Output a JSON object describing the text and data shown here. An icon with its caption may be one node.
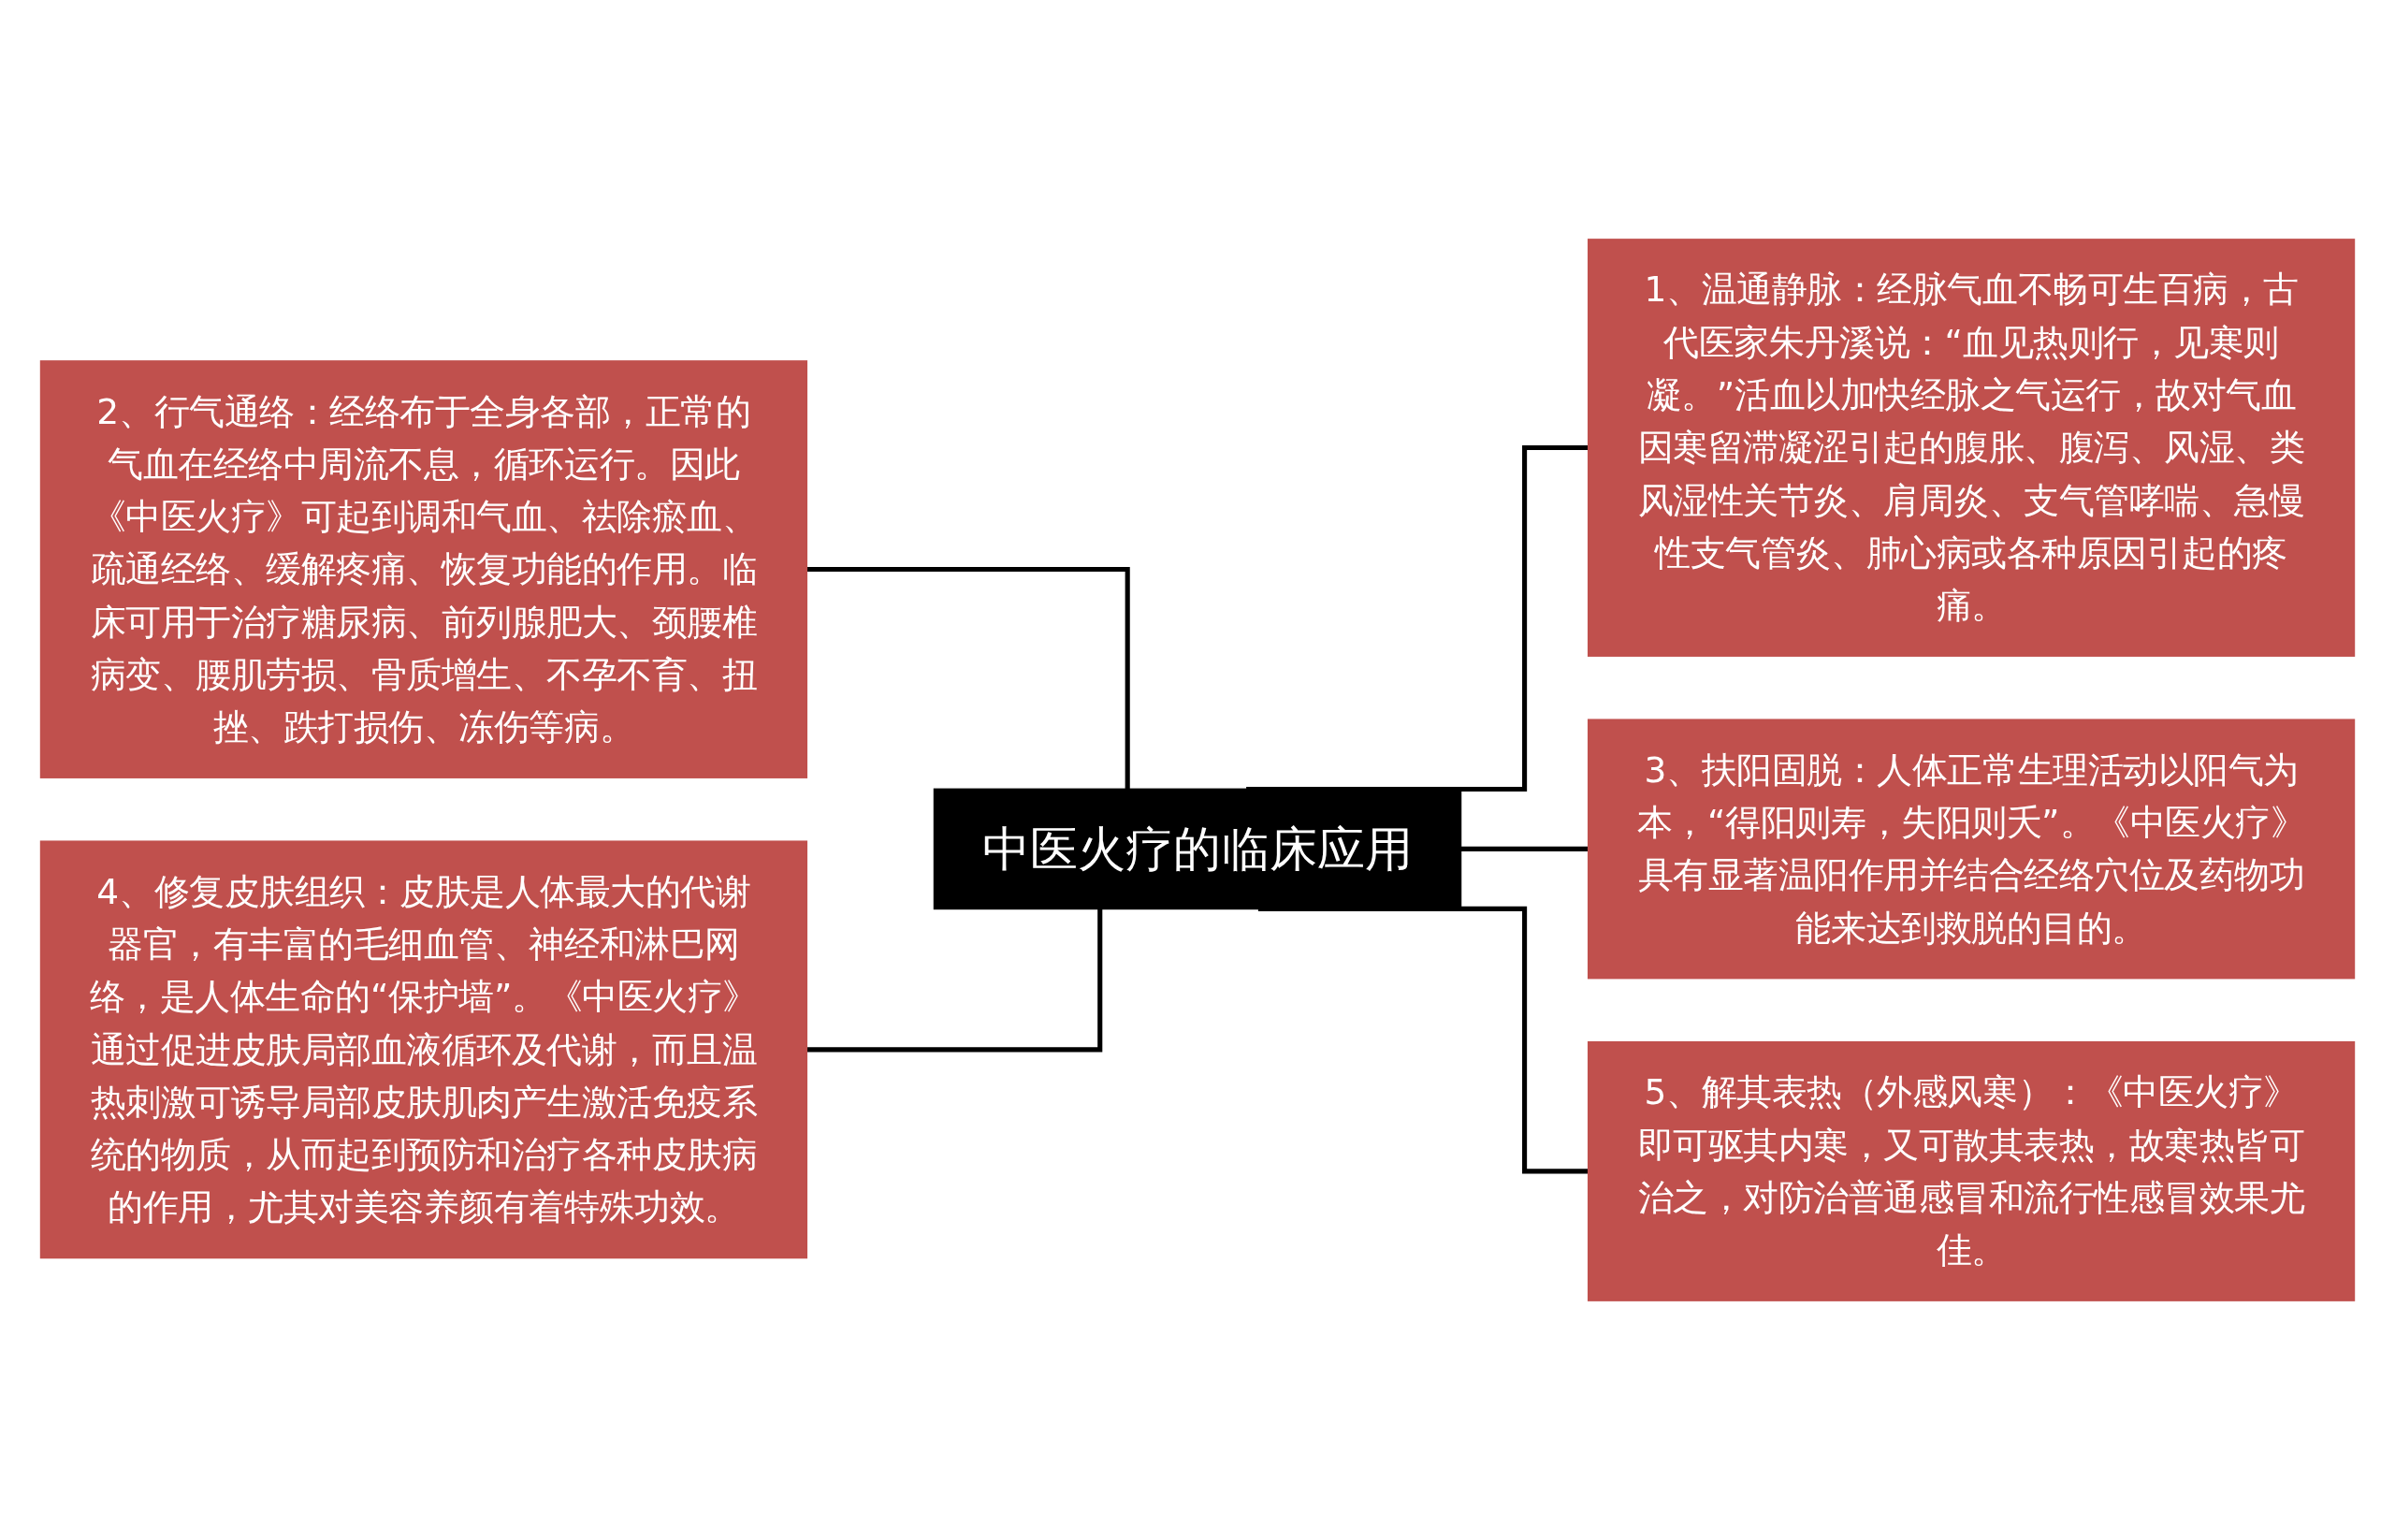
{
  "diagram": {
    "nodes": [
      {
        "text": [
          "中医火疗的临床应用"
        ]
      },
      {
        "text": [
          "1、温通静脉：经脉气血不畅可生百病，古代医家朱丹溪说：“血见热则行，见寒则凝。”活血以加快经脉之气运行，故对气血因寒留滞凝涩引起的腹胀、腹泻、风湿、类风湿性关节炎、肩周炎、支气管哮喘、急慢性支气管炎、肺心病或各种原因引起的疼痛。"
        ]
      },
      {
        "text": [
          "2、行气通络：经络布于全身各部，正常的气血在经络中周流不息，循环运行。因此《中医火疗》可起到调和气血、祛除瘀血、疏通经络、缓解疼痛、恢复功能的作用。临床可用于治疗糖尿病、前列腺肥大、颈腰椎病变、腰肌劳损、骨质增生、不孕不育、扭挫、跌打损伤、冻伤等病。"
        ]
      },
      {
        "text": [
          "3、扶阳固脱：人体正常生理活动以阳气为本，“得阳则寿，失阳则夭”。《中医火疗》具有显著温阳作用并结合经络穴位及药物功能来达到救脱的目的。"
        ]
      },
      {
        "text": [
          "4、修复皮肤组织：皮肤是人体最大的代谢器官，有丰富的毛细血管、神经和淋巴网络，是人体生命的“保护墙”。《中医火疗》通过促进皮肤局部血液循环及代谢，而且温热刺激可诱导局部皮肤肌肉产生激活免疫系统的物质，从而起到预防和治疗各种皮肤病的作用，尤其对美容养颜有着特殊功效。"
        ]
      },
      {
        "text": [
          "5、解其表热（外感风寒）：《中医火疗》即可驱其内寒，又可散其表热，故寒热皆可治之，对防治普通感冒和流行性感冒效果尤佳。"
        ]
      }
    ],
    "edges": [
      {
        "from": 0,
        "to": 1,
        "arrow": "none"
      },
      {
        "from": 0,
        "to": 2,
        "arrow": "none"
      },
      {
        "from": 0,
        "to": 3,
        "arrow": "none"
      },
      {
        "from": 0,
        "to": 4,
        "arrow": "none"
      },
      {
        "from": 0,
        "to": 5,
        "arrow": "none"
      }
    ]
  }
}
